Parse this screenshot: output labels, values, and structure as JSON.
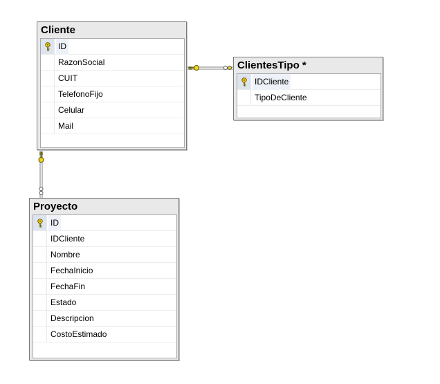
{
  "tables": {
    "cliente": {
      "title": "Cliente",
      "columns": [
        "ID",
        "RazonSocial",
        "CUIT",
        "TelefonoFijo",
        "Celular",
        "Mail"
      ],
      "primary_key": "ID"
    },
    "clientestipo": {
      "title": "ClientesTipo *",
      "columns": [
        "IDCliente",
        "TipoDeCliente"
      ],
      "primary_key": "IDCliente"
    },
    "proyecto": {
      "title": "Proyecto",
      "columns": [
        "ID",
        "IDCliente",
        "Nombre",
        "FechaInicio",
        "FechaFin",
        "Estado",
        "Descripcion",
        "CostoEstimado"
      ],
      "primary_key": "ID"
    }
  },
  "relationships": [
    {
      "from": "Cliente",
      "to": "ClientesTipo *",
      "from_end": "key",
      "to_end": "infinity"
    },
    {
      "from": "Cliente",
      "to": "Proyecto",
      "from_end": "key",
      "to_end": "infinity"
    }
  ],
  "colors": {
    "key": "#f2d21b",
    "connector": "#808080"
  }
}
